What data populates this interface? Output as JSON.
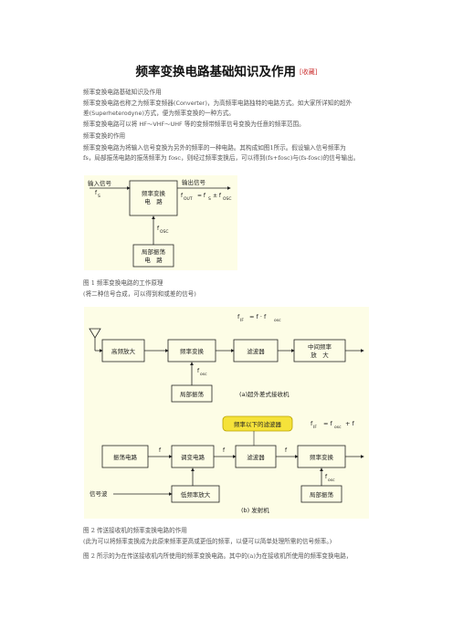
{
  "doc": {
    "title": "频率变换电路基础知识及作用",
    "title_tag": "[收藏]",
    "para1": "频率变换电路基础知识及作用",
    "para2a": "频率变换电路也称之为频率变频器(",
    "para2_en1": "Converter",
    "para2b": ")，为高频率电路独特的电路方式。如大家所详知的超外",
    "para3a": "差(",
    "para3_en": "Superheterodyne",
    "para3b": ")方式，便为频率变换的一种方式。",
    "para4a": "频率变换电路可以将 ",
    "para4_en": "HF～VHF～UHF",
    "para4b": " 等的变频带频率信号变换为任意的频率范围。",
    "para5": "频率变换的作用",
    "para6": "频率变换电路为将输入信号变换为另外的频率的一种电路。其构成如图1所示。假设输入信号频率为",
    "para7a": "fs，局部振荡电路的振荡频率为 fosc，则经过频率变换后，可以得到(fs+fosc)与(fs-fosc)的信号输出。",
    "fig1_caption": "图 1  频率变换电路的工作原理",
    "fig1_sub": "(将二种信号合成，可以得到和或差的信号)",
    "fig2_caption": "图 2 传送接收机的频率变换电路的作用",
    "fig2_sub": "(此为可以将频率变换成为此原来频率更高或更低的频率，以便可以简单处理所需的信号频率。)",
    "para_last": "图 2 所示的为在传送接收机内所使用的频率变换电路。其中的(a)为在接收机所使用的频率变换电路，"
  },
  "fig1": {
    "in_label": "输入信号",
    "in_f": "f",
    "in_sub": "S",
    "box_label_1": "频率变换",
    "box_label_2": "电　路",
    "out_label": "输出信号",
    "out_formula": "f",
    "out_sub": "OUT",
    "out_eq": "= f",
    "out_eq_sub": "S",
    "out_pm": "± f",
    "out_osc": "OSC",
    "osc_f": "f",
    "osc_sub": "OSC",
    "osc_box_1": "局部振荡",
    "osc_box_2": "电　路"
  },
  "fig2a": {
    "formula_f": "f",
    "formula_sub": "IF",
    "formula_rest": "= f · f",
    "formula_osc": "osc",
    "blocks": [
      "高频放大",
      "频率变换",
      "滤波器",
      "中间频率",
      "放　大"
    ],
    "osc_f": "f",
    "osc_sub": "osc",
    "osc_block": "局部振荡",
    "caption": "(a)超外差式接收机"
  },
  "fig2b": {
    "callout": "频率以下的滤波器",
    "formula_f": "f",
    "formula_sub": "IF",
    "formula_rest": "= f",
    "formula_osc": "osc",
    "formula_plus": "+ f",
    "blocks": [
      "振荡电路",
      "调变电路",
      "滤波器",
      "频率变换",
      "低频率放大",
      "局部振荡"
    ],
    "f1": "f",
    "f2": "f",
    "f3": "f",
    "osc_f": "f",
    "osc_sub": "osc",
    "signal_label": "信号波",
    "caption": "(b) 发射机"
  }
}
